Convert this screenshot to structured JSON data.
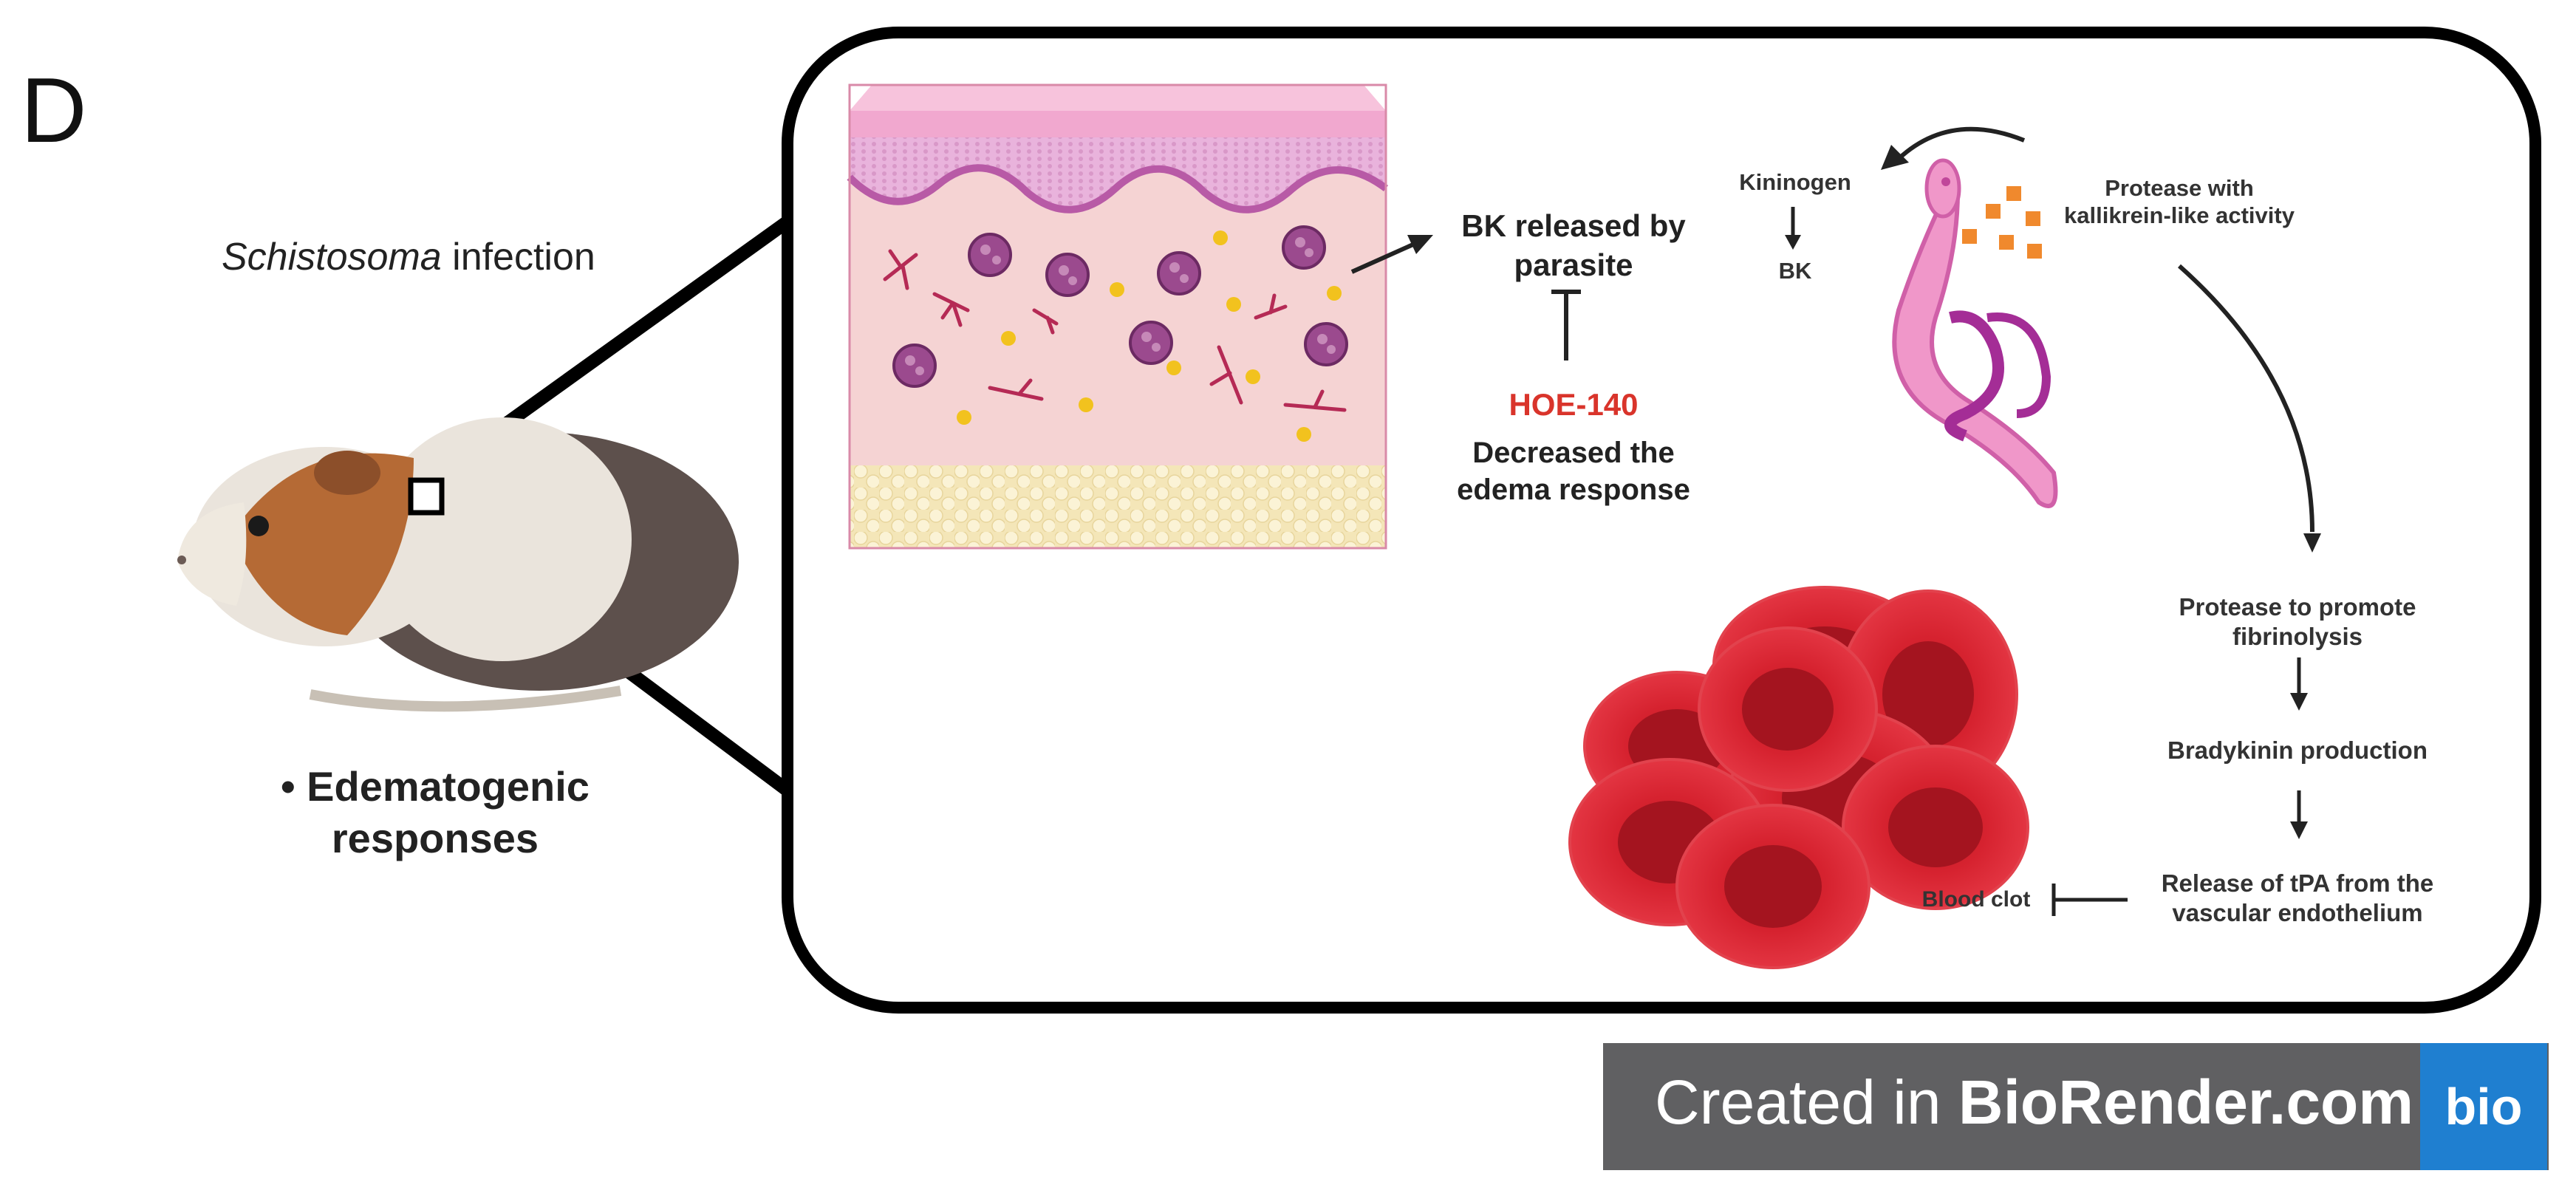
{
  "panel_letter": "D",
  "left": {
    "infection_italic": "Schistosoma",
    "infection_rest": " infection",
    "edema_line1": "• Edematogenic",
    "edema_line2": "responses"
  },
  "center": {
    "bk_released_line1": "BK released by",
    "bk_released_line2": "parasite",
    "inhibitor": "HOE-140",
    "decreased_line1": "Decreased the",
    "decreased_line2": "edema response"
  },
  "right": {
    "kininogen": "Kininogen",
    "bk": "BK",
    "protease_line1": "Protease with",
    "protease_line2": "kallikrein-like activity",
    "promote_line1": "Protease to promote",
    "promote_line2": "fibrinolysis",
    "bradykinin": "Bradykinin production",
    "release_line1": "Release of tPA from the",
    "release_line2": "vascular endothelium",
    "blood_clot": "Blood clot"
  },
  "watermark": {
    "prefix": "Created in ",
    "brand": "BioRender.com",
    "badge": "bio"
  },
  "icons": [
    "guinea-pig-icon",
    "skin-tissue-icon",
    "schistosoma-worm-icon",
    "red-blood-cells-icon",
    "arrow-icon",
    "inhibition-bar-icon"
  ],
  "colors": {
    "inhibitor_red": "#d9342b",
    "blood_red": "#c8202b",
    "worm_pink": "#e68cc4",
    "protease_orange": "#f0892d",
    "watermark_gray": "#606062",
    "watermark_blue": "#1f7fd0"
  }
}
